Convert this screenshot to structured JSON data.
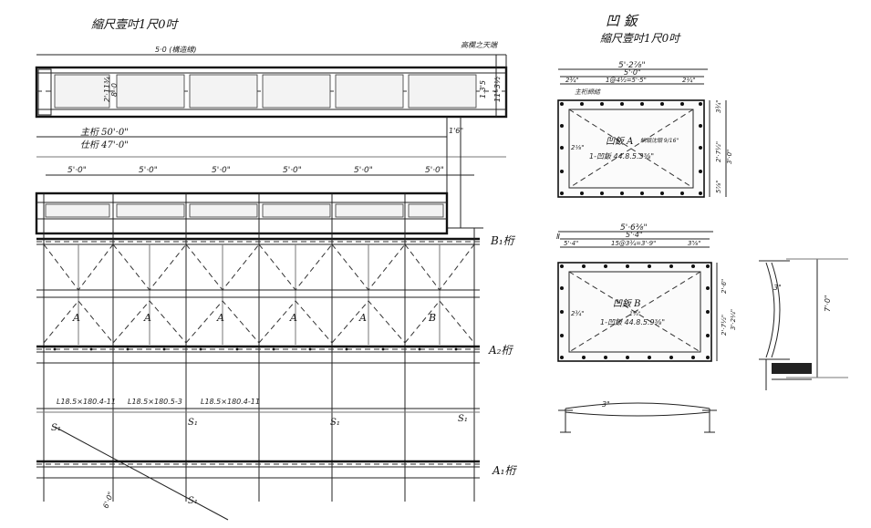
{
  "left_drawing": {
    "scale_note": "縮尺壹吋1尺0吋",
    "top_labels": {
      "center": "5·0 (構造線)",
      "right": "高欄之天端"
    },
    "side_labels": {
      "right_vertical_1": "1.3'5",
      "right_vertical_2": "11'·3½",
      "left_vertical_1": "2'·11¾",
      "left_vertical_2": "8'·0"
    },
    "span_notes": [
      "主桁 50'·0\"",
      "仕桁 47'·0\""
    ],
    "bay_dims": [
      "5'·0\"",
      "5'·0\"",
      "5'·0\"",
      "5'·0\"",
      "5'·0\"",
      "5'·0\""
    ],
    "panel_labels": [
      "A",
      "A",
      "A",
      "A",
      "A",
      "B"
    ],
    "girder_labels": [
      "B₁桁",
      "A₂桁",
      "A₁桁"
    ],
    "angle_notes": [
      "L18.5×180.4-11",
      "L18.5×180.5-3",
      "L18.5×180.4-11"
    ],
    "stringer_labels": [
      "S₁",
      "S₁",
      "S₁",
      "S₁",
      "S₁"
    ],
    "diag_note": "6'·0\"",
    "small_note": "1'6\""
  },
  "right_drawing": {
    "title": "凹 鈑",
    "scale_note": "縮尺壹吋1尺0吋",
    "plate_a": {
      "outer_dim": "5'·2⅞\"",
      "inner_dim": "5'·0\"",
      "rivet_dim": "1@4½=5'·5\"",
      "edge_left": "2¾\"",
      "edge_right": "2¼\"",
      "label": "凹鈑 A",
      "sub_note": "鋲頭沈頭 9/16\"",
      "detail": "1-凹鈑 44.8.5.3⅜\"",
      "corner_note": "主桁締結",
      "side_dims": [
        "3¾\"",
        "2'·7½\"",
        "5⅞\"",
        "3'·0\""
      ],
      "left_dim": "2⅛\""
    },
    "plate_b": {
      "outer_dim": "5'·6⅜\"",
      "inner_dim": "5'·4\"",
      "rivet_dim": "15@3¾=3'·9\"",
      "edge_left": "5'·4\"",
      "edge_right": "3⅝\"",
      "label": "凹鈑 B",
      "sub_note": "1¼\"",
      "detail": "1-凹鈑 44.8.5.9⅜\"",
      "side_dims": [
        "2'·6\"",
        "2'·7½\"",
        "3'·2¼\"",
        "7'·0\""
      ],
      "left_dim": "2¾\"",
      "top_tag": "Ⅱ"
    },
    "section_note": "3\"",
    "arc_note": "3\""
  }
}
